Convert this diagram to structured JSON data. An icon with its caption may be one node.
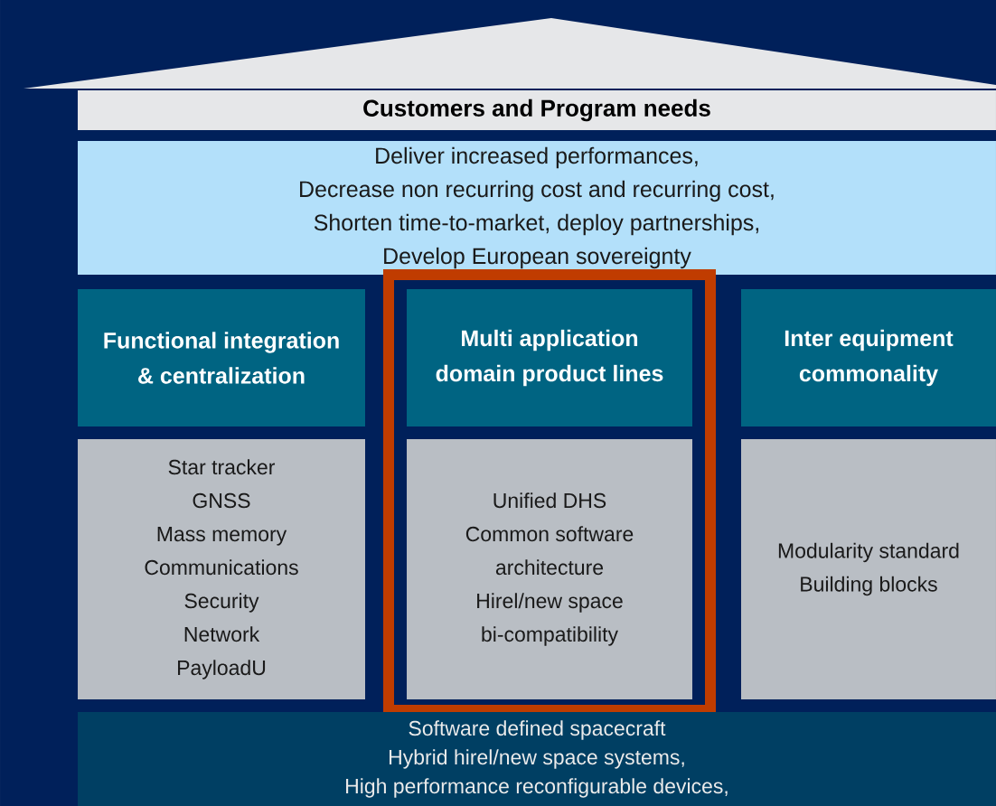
{
  "diagram": {
    "nodes": [
      {
        "text": [
          "Customers and Program needs"
        ]
      },
      {
        "text": [
          "Deliver increased performances,",
          "Decrease non recurring cost and recurring cost,",
          "Shorten time-to-market, deploy partnerships,",
          "Develop European sovereignty"
        ]
      },
      {
        "text": [
          "Functional integration & centralization"
        ]
      },
      {
        "text": [],
        "shape": "box"
      },
      {
        "text": [
          "Multi application domain product lines"
        ],
        "in": 3
      },
      {
        "text": [
          "Inter equipment commonality"
        ]
      },
      {
        "text": [
          "Star tracker",
          "GNSS",
          "Mass memory",
          "Communications",
          "Security",
          "Network",
          "PayloadU"
        ]
      },
      {
        "text": [
          "Unified DHS",
          "Common software architecture",
          "Hirel/new space bi-compatibility"
        ],
        "in": 3
      },
      {
        "text": [
          "Modularity standard",
          "Building blocks"
        ]
      },
      {
        "text": [
          "Software defined spacecraft",
          "Hybrid hirel/new space systems,",
          "High performance reconfigurable devices,"
        ]
      }
    ]
  }
}
